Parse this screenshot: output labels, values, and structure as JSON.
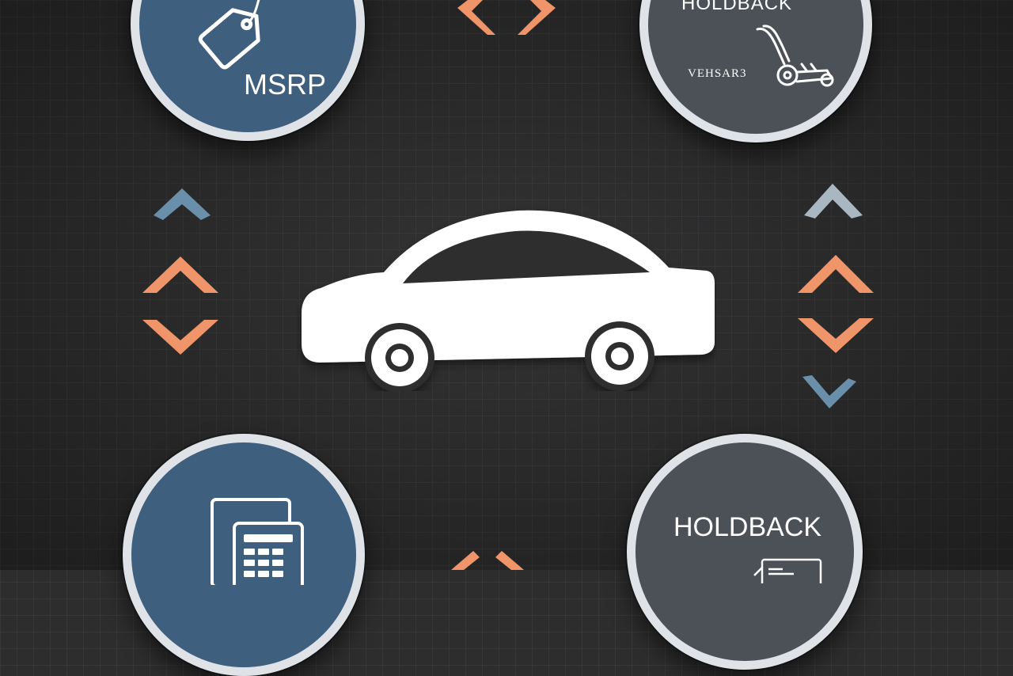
{
  "nodes": {
    "top_left": {
      "label": "MSRP",
      "icon": "price-tag-icon"
    },
    "top_right": {
      "label": "HOLDBACK",
      "caption": "VEHSAR3",
      "icon": "car-jack-icon"
    },
    "bottom_left": {
      "icon": "calculator-document-icon"
    },
    "bottom_right": {
      "label": "HOLDBACK",
      "icon": "invoice-card-icon"
    }
  },
  "center": {
    "icon": "car-icon"
  },
  "colors": {
    "background": "#2d2d2e",
    "blue_node": "#3f5f7f",
    "gray_node": "#4c5158",
    "ring": "#dfe3e8",
    "accent_orange": "#f0956a",
    "accent_blue": "#6a8fab",
    "accent_light": "#a9b7c3"
  }
}
